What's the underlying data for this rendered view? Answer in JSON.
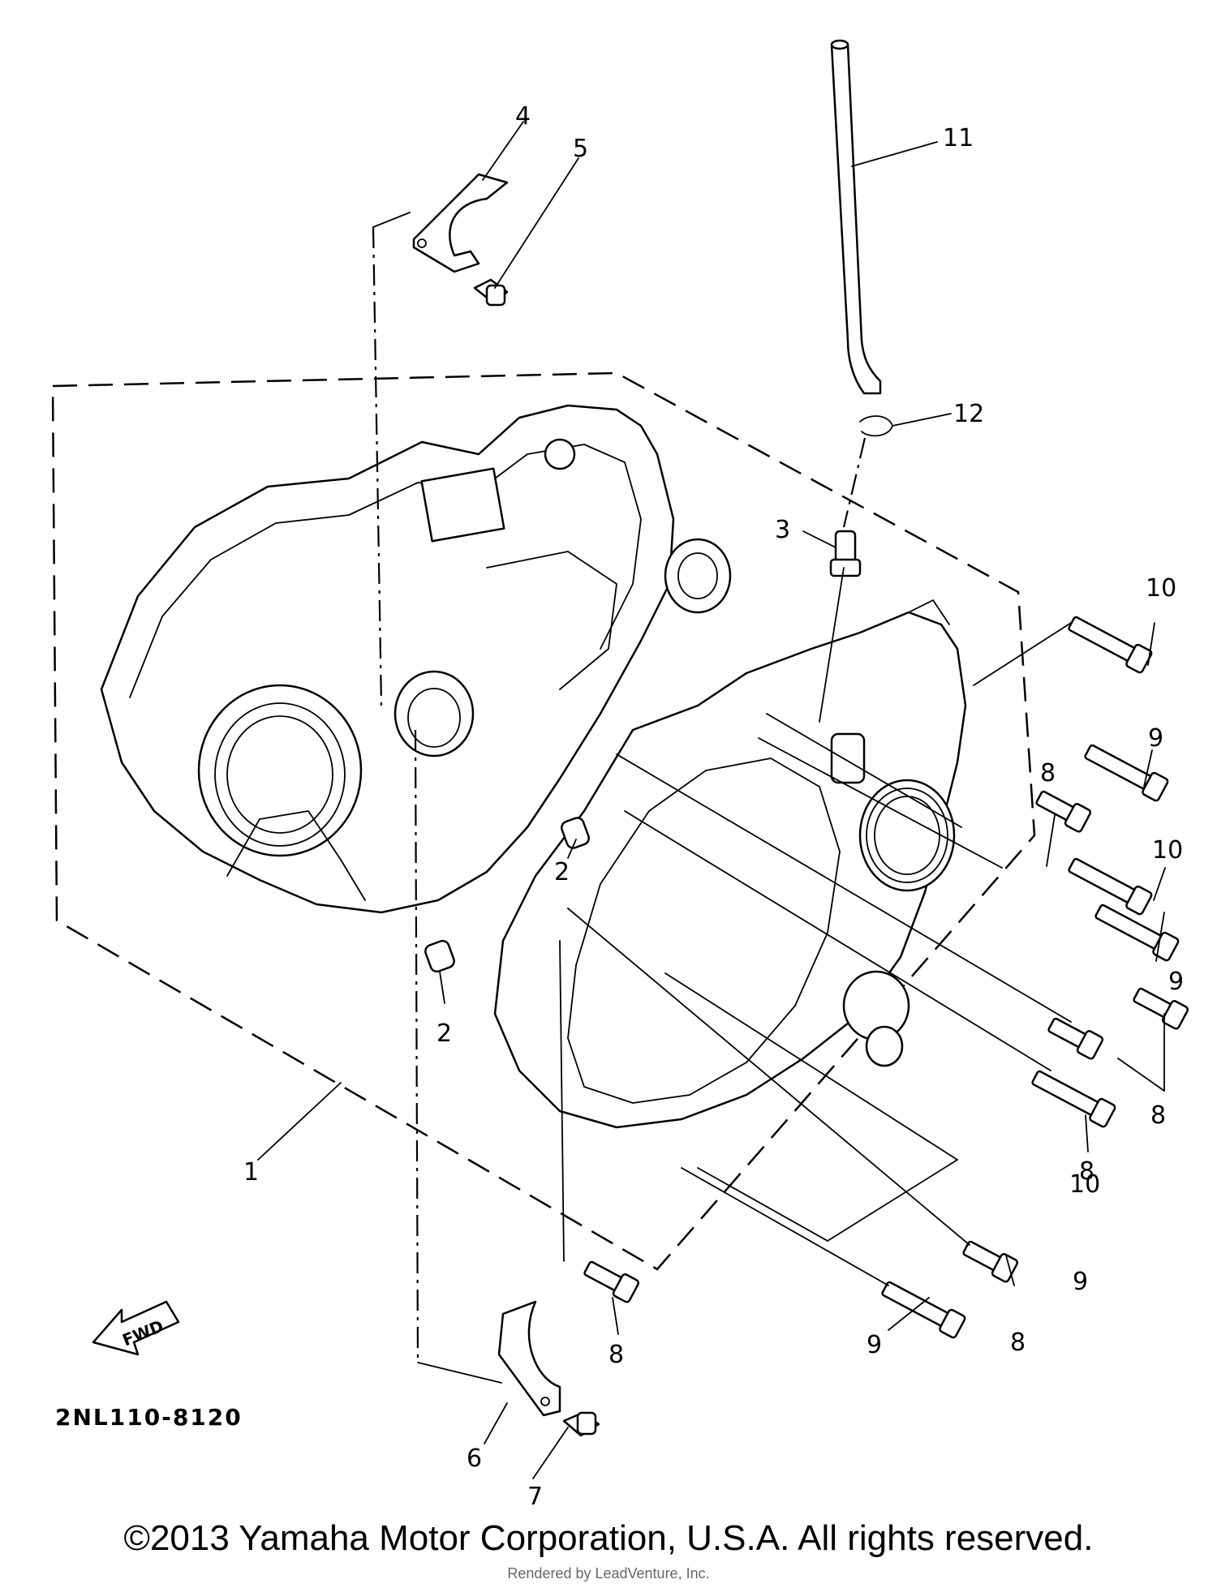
{
  "diagram": {
    "part_numbers": [
      "1",
      "2",
      "2",
      "3",
      "4",
      "5",
      "6",
      "7",
      "8",
      "8",
      "8",
      "8",
      "8",
      "9",
      "9",
      "9",
      "9",
      "10",
      "10",
      "10",
      "11",
      "12"
    ],
    "fwd_label": "FWD",
    "drawing_code": "2NL110-8120"
  },
  "footer": {
    "copyright": "©2013 Yamaha Motor Corporation, U.S.A. All rights reserved.",
    "watermark": "Rendered by LeadVenture, Inc."
  }
}
